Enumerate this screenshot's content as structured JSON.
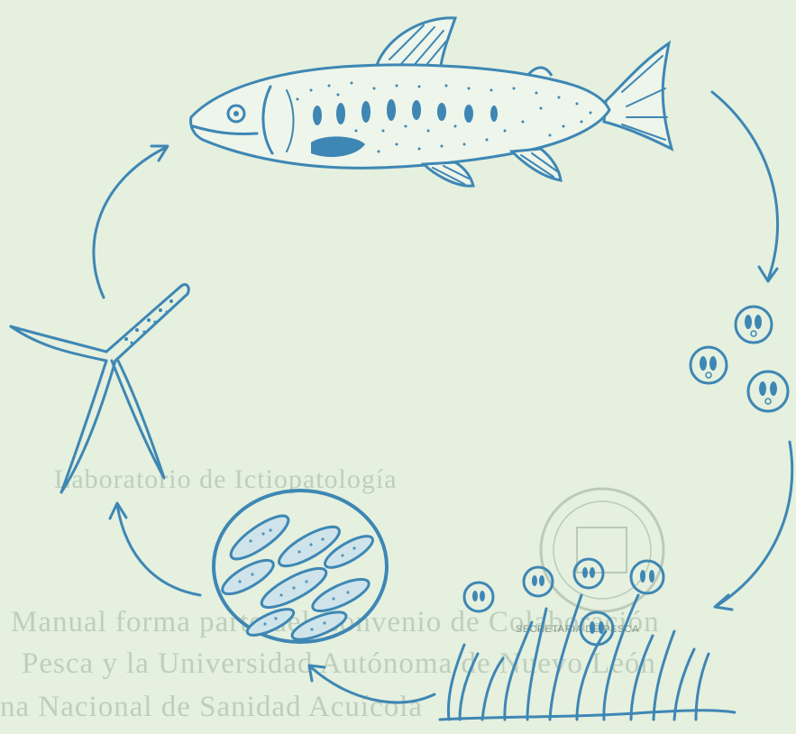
{
  "diagram": {
    "kind": "life-cycle",
    "ink_color": "#3e87b4",
    "paper_color": "#e5f0df",
    "stages": [
      {
        "id": "fish",
        "icon": "fish-icon"
      },
      {
        "id": "spores",
        "icon": "spore-cluster-icon"
      },
      {
        "id": "oligochaete",
        "icon": "worm-colony-icon"
      },
      {
        "id": "pansporocyst",
        "icon": "pansporocyst-icon"
      },
      {
        "id": "triactinomyxon",
        "icon": "triactinomyxon-icon"
      }
    ]
  },
  "show_through_text": {
    "line1": "Manual forma parte del Convenio de Colaboración",
    "line2": "Pesca y la Universidad Autónoma de Nuevo León",
    "line3": "na Nacional de Sanidad Acuícola",
    "middle": "Laboratorio de Ictiopatología",
    "stamp": "SECRETARIA DE PESCA"
  }
}
